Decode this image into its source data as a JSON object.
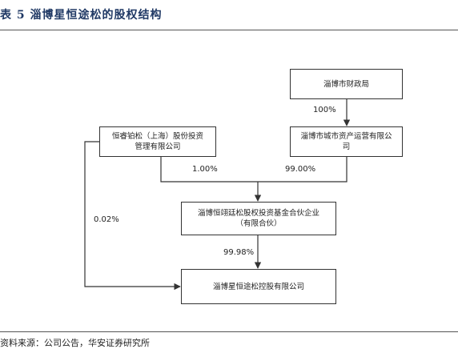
{
  "header": {
    "table_title": "表 5 淄博星恒途松的股权结构"
  },
  "nodes": {
    "zibo_finance_bureau": "淄博市财政局",
    "zibo_city_assets_line1": "淄博市城市资产运营有限公",
    "zibo_city_assets_line2": "司",
    "hengrui_line1": "恒睿铂松（上海）股份投资",
    "hengrui_line2": "管理有限公司",
    "fund_line1": "淄博恒翊廷松股权投资基金合伙企业",
    "fund_line2": "（有限合伙）",
    "target_company": "淄博星恒途松控股有限公司"
  },
  "edges": {
    "finance_to_assets": "100%",
    "hengrui_to_fund": "1.00%",
    "assets_to_fund": "99.00%",
    "hengrui_to_target": "0.02%",
    "fund_to_target": "99.98%"
  },
  "footer": {
    "source": "资料来源：公司公告，华安证券研究所"
  }
}
